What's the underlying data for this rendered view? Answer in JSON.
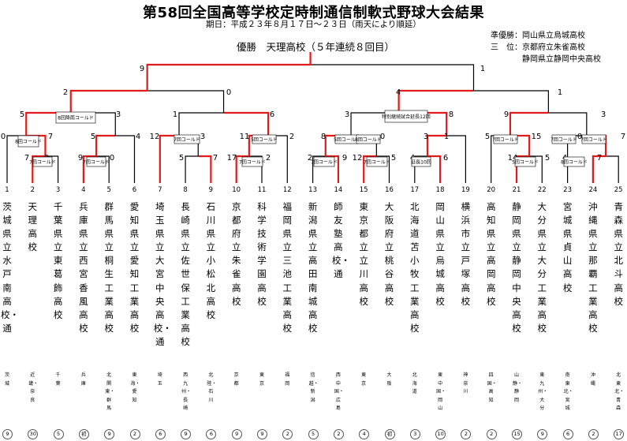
{
  "title": "第58回全国高等学校定時制通信制軟式野球大会結果",
  "period": "期日：平成２３年８月１７日～２３日（雨天により順延）",
  "champion": "優勝　天理高校（５年連続８回目）",
  "side_info": [
    "準優勝：岡山県立烏城高校",
    "三　位：京都府立朱雀高校",
    "　　　　静岡県立静岡中央高校"
  ],
  "colors": {
    "win": "#e21a1a",
    "lose": "#000000"
  },
  "teams": [
    {
      "num": "1",
      "name": "茨城県立水戸南高校・通",
      "region": "茨城",
      "appearances": "9"
    },
    {
      "num": "2",
      "name": "天　理　高　校",
      "region": "近畿・奈良",
      "appearances": "30"
    },
    {
      "num": "3",
      "name": "千葉県立東葛飾高校",
      "region": "千葉",
      "appearances": "5"
    },
    {
      "num": "4",
      "name": "兵庫県立西宮香風高校",
      "region": "兵庫",
      "appearances": "初"
    },
    {
      "num": "5",
      "name": "群馬県立桐生工業高校",
      "region": "北関東・群馬",
      "appearances": "9"
    },
    {
      "num": "6",
      "name": "愛知県立愛知工業高校",
      "region": "東海・愛知",
      "appearances": "2"
    },
    {
      "num": "7",
      "name": "埼玉県立大宮中央高校・通",
      "region": "埼玉",
      "appearances": "6"
    },
    {
      "num": "8",
      "name": "長崎県立佐世保工業高校",
      "region": "西九州・長崎",
      "appearances": "9"
    },
    {
      "num": "9",
      "name": "石川県立小松北高校",
      "region": "北陸・石川",
      "appearances": "6"
    },
    {
      "num": "10",
      "name": "京都府立朱雀高校",
      "region": "京都",
      "appearances": "9"
    },
    {
      "num": "11",
      "name": "科学技術学園高校",
      "region": "東京",
      "appearances": "9"
    },
    {
      "num": "12",
      "name": "福岡県立三池工業高校",
      "region": "福岡",
      "appearances": "2"
    },
    {
      "num": "13",
      "name": "新潟県立高田南城高校",
      "region": "信越・新潟",
      "appearances": "5"
    },
    {
      "num": "14",
      "name": "師友塾高校・通",
      "region": "西中国・広島",
      "appearances": "2"
    },
    {
      "num": "15",
      "name": "東京都立立川高校",
      "region": "東京",
      "appearances": "4"
    },
    {
      "num": "16",
      "name": "大阪府立桃谷高校",
      "region": "大阪",
      "appearances": "初"
    },
    {
      "num": "17",
      "name": "北海道苫小牧工業高校",
      "region": "北海道",
      "appearances": "3"
    },
    {
      "num": "18",
      "name": "岡山県立烏城高校",
      "region": "東中国・岡山",
      "appearances": "10"
    },
    {
      "num": "19",
      "name": "横浜市立戸塚高校",
      "region": "神奈川",
      "appearances": "2"
    },
    {
      "num": "20",
      "name": "高知県立高岡高校",
      "region": "四国・高知",
      "appearances": "2"
    },
    {
      "num": "21",
      "name": "静岡県立静岡中央高校",
      "region": "山静・静岡",
      "appearances": "15"
    },
    {
      "num": "22",
      "name": "大分県立大分工業高校",
      "region": "東九州・大分",
      "appearances": "9"
    },
    {
      "num": "23",
      "name": "宮城県貞山高校",
      "region": "南東北・宮城",
      "appearances": "6"
    },
    {
      "num": "24",
      "name": "沖縄県立那覇工業高校",
      "region": "沖縄",
      "appearances": "2"
    },
    {
      "num": "25",
      "name": "青森県立北斗高校",
      "region": "北東北・青森",
      "appearances": "17"
    }
  ],
  "scores": [
    {
      "text": "9"
    },
    {
      "text": "1"
    },
    {
      "text": "2"
    },
    {
      "text": "0"
    },
    {
      "text": "4"
    },
    {
      "text": "1"
    },
    {
      "text": "5"
    },
    {
      "text": "3"
    },
    {
      "text": "1"
    },
    {
      "text": "6"
    },
    {
      "text": "3"
    },
    {
      "text": "8"
    },
    {
      "text": "9"
    },
    {
      "text": "3"
    },
    {
      "text": "0"
    },
    {
      "text": "7"
    },
    {
      "text": "5"
    },
    {
      "text": "4"
    },
    {
      "text": "12"
    },
    {
      "text": "3"
    },
    {
      "text": "11"
    },
    {
      "text": "2"
    },
    {
      "text": "8"
    },
    {
      "text": "0"
    },
    {
      "text": "3"
    },
    {
      "text": "1"
    },
    {
      "text": "5"
    },
    {
      "text": "15"
    },
    {
      "text": "0"
    },
    {
      "text": "7"
    },
    {
      "text": "7"
    },
    {
      "text": "0"
    },
    {
      "text": "9"
    },
    {
      "text": "0"
    },
    {
      "text": "5"
    },
    {
      "text": "7"
    },
    {
      "text": "17"
    },
    {
      "text": "2"
    },
    {
      "text": "2"
    },
    {
      "text": "9"
    },
    {
      "text": "12"
    },
    {
      "text": "5"
    },
    {
      "text": "4"
    },
    {
      "text": "6"
    },
    {
      "text": "14"
    },
    {
      "text": "5"
    },
    {
      "text": "4"
    },
    {
      "text": "7"
    }
  ],
  "game_notes": [
    {
      "text": "8回降雨コールド"
    },
    {
      "text": "特別継続試合延長12回"
    },
    {
      "text": "8回コールド"
    },
    {
      "text": "7回コールド"
    },
    {
      "text": "7回コールド"
    },
    {
      "text": "7回コールド"
    },
    {
      "text": "5回コールド"
    },
    {
      "text": "7回コールド"
    },
    {
      "text": "7回コールド"
    },
    {
      "text": "5回コールド"
    },
    {
      "text": "7回コールド"
    },
    {
      "text": "7回コールド"
    },
    {
      "text": "7回コールド"
    },
    {
      "text": "5回コールド"
    },
    {
      "text": "8回コールド"
    },
    {
      "text": "7回コールド"
    },
    {
      "text": "延長10回"
    },
    {
      "text": "8回コールド"
    }
  ]
}
